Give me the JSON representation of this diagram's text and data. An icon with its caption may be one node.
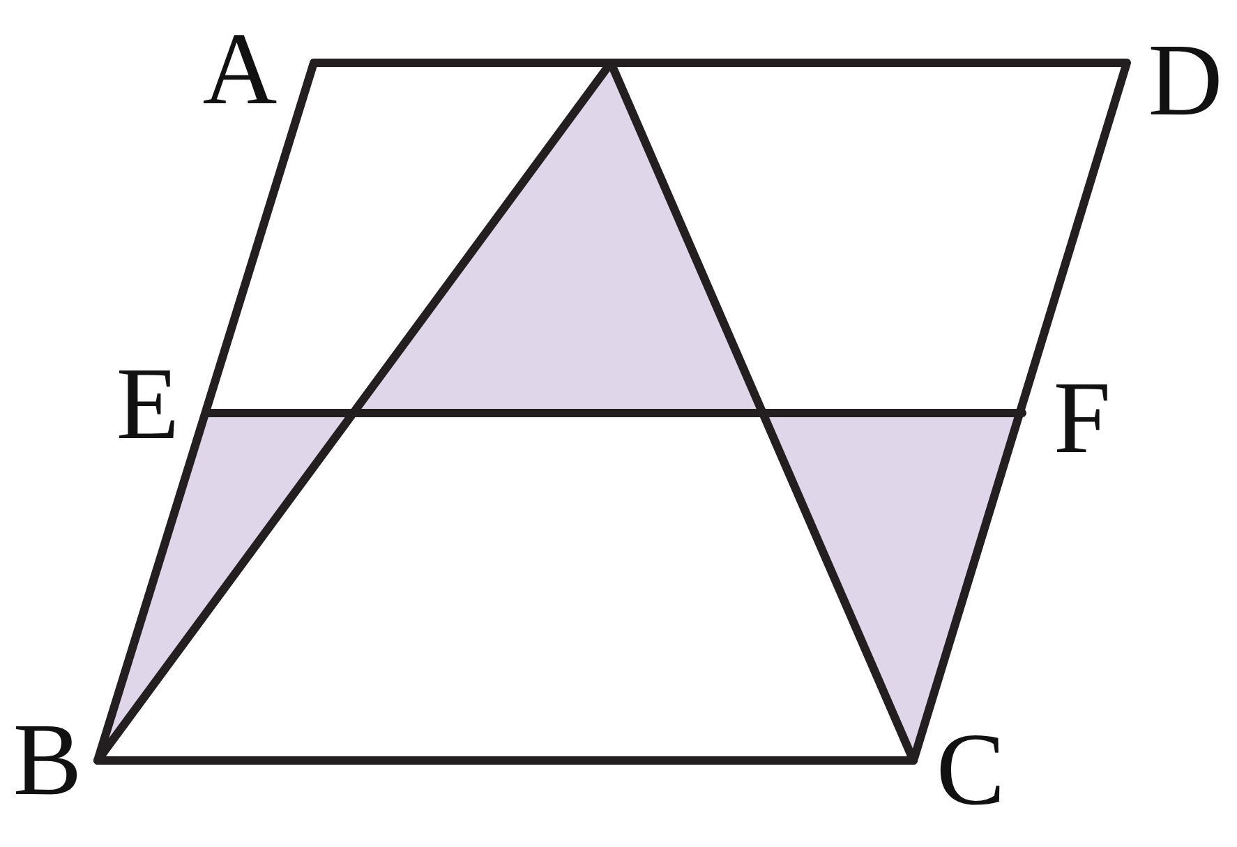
{
  "diagram": {
    "labels": [
      "A",
      "D",
      "E",
      "F",
      "B",
      "C"
    ]
  }
}
